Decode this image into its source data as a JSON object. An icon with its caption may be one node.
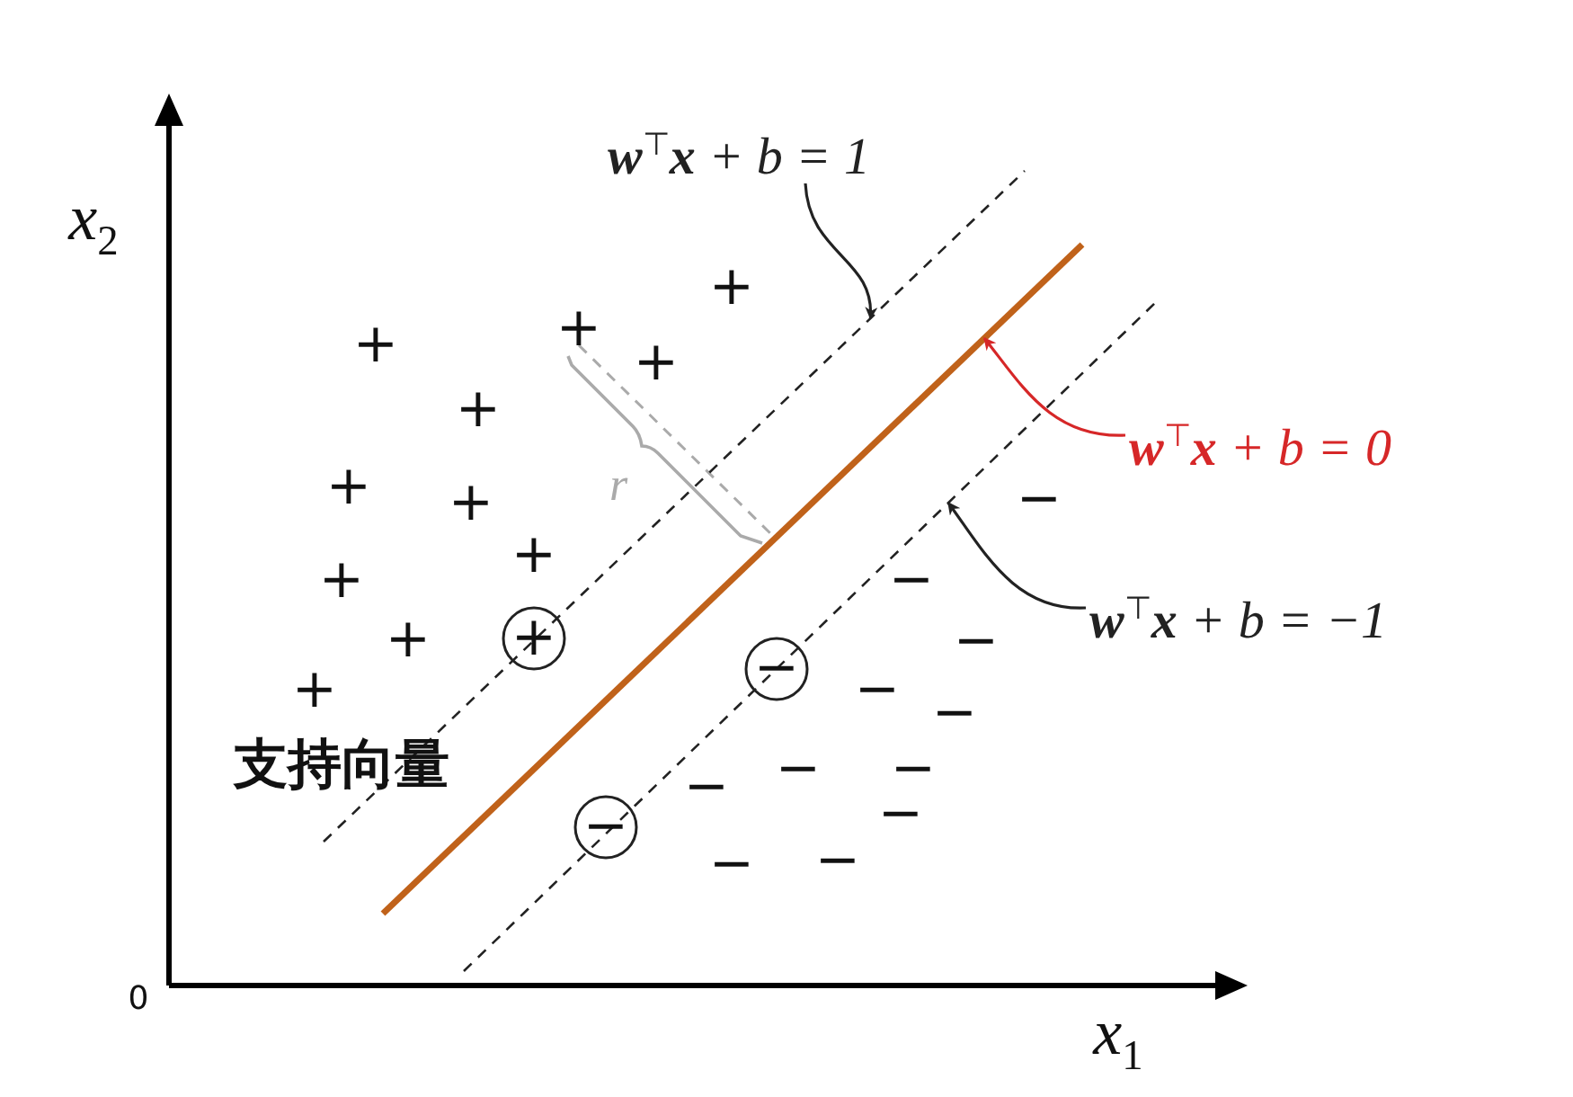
{
  "diagram": {
    "nodes": [
      {
        "text": [
          "**w**$^{⊤}$**x** + b = 1"
        ]
      },
      {
        "text": [],
        "shape": "line"
      },
      {
        "text": [
          "**w**$^{⊤}$**x** + b = 0"
        ]
      },
      {
        "text": [],
        "shape": "line"
      },
      {
        "text": [
          "**w**$^{⊤}$**x** + b = −1"
        ]
      },
      {
        "text": [],
        "shape": "line"
      }
    ],
    "edges": [
      {
        "from": 0,
        "to": 1,
        "arrow": "to"
      },
      {
        "from": 2,
        "to": 3,
        "arrow": "to",
        "color": "#d62728"
      },
      {
        "from": 4,
        "to": 5,
        "arrow": "to"
      }
    ],
    "labels": [
      "x$_{2}$",
      "+",
      "+",
      "+",
      "+",
      "+",
      "r",
      "+",
      "+",
      "−",
      "+",
      "+",
      "−",
      "+",
      "+",
      "−",
      "−",
      "+",
      "−",
      "−",
      "支持向量",
      "−",
      "−",
      "−",
      "−",
      "−",
      "−",
      "−",
      "0",
      "x$_{1}$"
    ]
  }
}
